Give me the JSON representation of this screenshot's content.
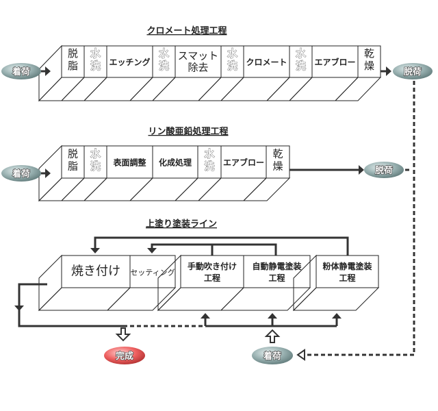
{
  "lines": [
    {
      "id": "chromate",
      "title": "クロメート処理工程",
      "start_label": "着荷",
      "end_label": "脱荷",
      "steps": [
        {
          "label": "脱脂",
          "vertical": true,
          "face": "#ffffcc",
          "floor": "#a6e832"
        },
        {
          "label": "水洗",
          "vertical": true,
          "face": "#33aaee",
          "floor": "#3080dd",
          "white": true
        },
        {
          "label": "エッチング",
          "vertical": false,
          "face": "#ffffdd",
          "floor": "#ffb030"
        },
        {
          "label": "水洗",
          "vertical": true,
          "face": "#33aaee",
          "floor": "#3080dd",
          "white": true
        },
        {
          "label": "スマット除去",
          "lines": [
            "スマット",
            "除去"
          ],
          "vertical": false,
          "face": "#ffeeff",
          "floor": "#ffb8ff"
        },
        {
          "label": "水洗",
          "vertical": true,
          "face": "#33aaee",
          "floor": "#3080dd",
          "white": true
        },
        {
          "label": "クロメート",
          "vertical": false,
          "face": "#ffffdd",
          "floor": "#e0dd30"
        },
        {
          "label": "水洗",
          "vertical": true,
          "face": "#33aaee",
          "floor": "#3080dd",
          "white": true
        },
        {
          "label": "エアブロー",
          "vertical": false,
          "face": "#eeffff",
          "floor": "#33ffff"
        },
        {
          "label": "乾燥",
          "vertical": true,
          "face": "#ffeeff",
          "floor": "#ffb8ff"
        }
      ]
    },
    {
      "id": "zinc-phosphate",
      "title": "リン酸亜鉛処理工程",
      "start_label": "着荷",
      "end_label": "脱荷",
      "steps": [
        {
          "label": "脱脂",
          "vertical": true,
          "face": "#ffffcc",
          "floor": "#a6e832"
        },
        {
          "label": "水洗",
          "vertical": true,
          "face": "#33aaee",
          "floor": "#3080dd",
          "white": true
        },
        {
          "label": "表面調整",
          "vertical": false,
          "face": "#ffffff",
          "floor": "#aaaaaa"
        },
        {
          "label": "化成処理",
          "vertical": false,
          "face": "#ffffcc",
          "floor": "#ffb030"
        },
        {
          "label": "水洗",
          "vertical": true,
          "face": "#33aaee",
          "floor": "#3080dd",
          "white": true
        },
        {
          "label": "エアブロー",
          "vertical": false,
          "face": "#eeffff",
          "floor": "#33ffff"
        },
        {
          "label": "乾燥",
          "vertical": true,
          "face": "#ffeeff",
          "floor": "#ffb8ff"
        }
      ]
    },
    {
      "id": "topcoat",
      "title": "上塗り塗装ライン",
      "start_label": "着荷",
      "end_label": "完成",
      "groups": [
        {
          "steps": [
            {
              "label": "焼き付け",
              "face": "#ffeeee",
              "floor": "#ffb8b8"
            },
            {
              "label": "セッティング",
              "face": "#ffffdd",
              "floor": "#e6dcb0"
            }
          ]
        },
        {
          "steps": [
            {
              "label": "手動吹き付け工程",
              "lines": [
                "手動吹き付け",
                "工程"
              ],
              "face": "#ffffff",
              "floor": "#b8b8f8",
              "side": "#d0d0ff"
            },
            {
              "label": "自動静電塗装工程",
              "lines": [
                "自動静電塗装",
                "工程"
              ],
              "face": "#fff6ff",
              "floor": "#ff33ff"
            }
          ]
        },
        {
          "steps": [
            {
              "label": "粉体静電塗装工程",
              "lines": [
                "粉体静電塗装",
                "工程"
              ],
              "face": "#eeffff",
              "floor": "#80d8d8",
              "side": "#b0f0f0"
            }
          ]
        }
      ]
    }
  ],
  "colors": {
    "pill_gray": "#8fa8a8",
    "pill_red": "#e85a5a",
    "line": "#333333"
  }
}
